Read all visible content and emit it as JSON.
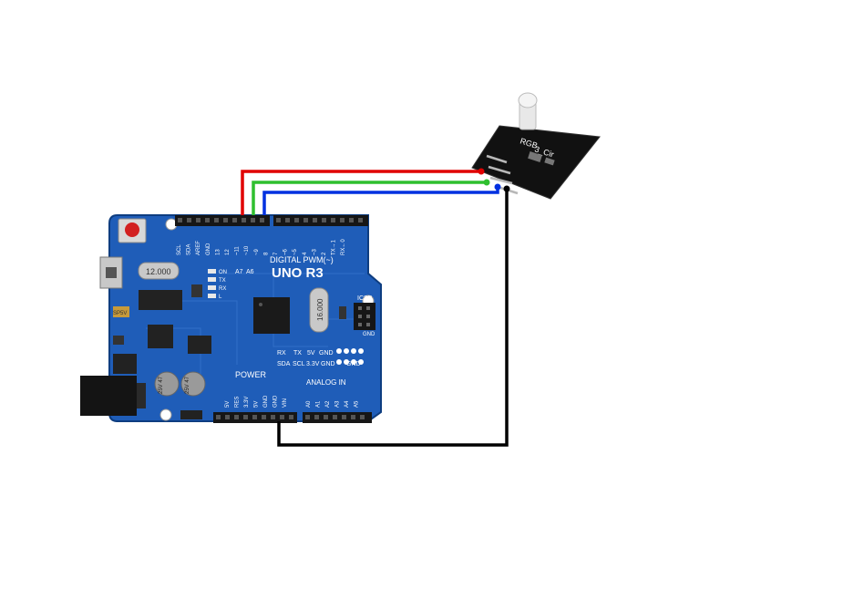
{
  "colors": {
    "board_blue": "#1f5db8",
    "board_dark": "#174a93",
    "header_black": "#161616",
    "wire_red": "#e00000",
    "wire_green": "#2fbf2f",
    "wire_blue": "#0030e0",
    "wire_black": "#000000",
    "module_black": "#111111",
    "silk_white": "#ffffff"
  },
  "board": {
    "title": "UNO R3",
    "digital_label": "DIGITAL PWM(~)",
    "digital_pins": [
      "SCL",
      "SDA",
      "AREF",
      "GND",
      "13",
      "12",
      "~11",
      "~10",
      "~9",
      "8",
      "7",
      "~6",
      "~5",
      "4",
      "~3",
      "2",
      "TX→1",
      "RX←0"
    ],
    "crystal_label": "12.000",
    "crystal2_label": "16.000",
    "led_labels": [
      "ON",
      "TX",
      "RX",
      "L"
    ],
    "small_labels": [
      "A7",
      "A6"
    ],
    "icsp_label": "ICSP",
    "gnd_label": "GND",
    "serial_row1": [
      "RX",
      "TX",
      "5V",
      "GND"
    ],
    "serial_row2": [
      "SDA",
      "SCL",
      "3.3V",
      "GND"
    ],
    "power_label": "POWER",
    "power_pins": [
      "5V",
      "RES",
      "3.3V",
      "5V",
      "GND",
      "GND",
      "VIN"
    ],
    "analog_label": "ANALOG IN",
    "analog_pins": [
      "A0",
      "A1",
      "A2",
      "A3",
      "A4",
      "A5"
    ],
    "cap_labels": [
      "25V 47",
      "25V 47"
    ],
    "chip_label": "SP5V"
  },
  "module": {
    "label_line1": "RGB",
    "label_line2": "3_Cir"
  },
  "wires": [
    {
      "color": "red",
      "from": "pin ~11",
      "to": "module pin R"
    },
    {
      "color": "green",
      "from": "pin ~10",
      "to": "module pin G"
    },
    {
      "color": "blue",
      "from": "pin ~9",
      "to": "module pin B"
    },
    {
      "color": "black",
      "from": "GND",
      "to": "module pin -"
    }
  ]
}
